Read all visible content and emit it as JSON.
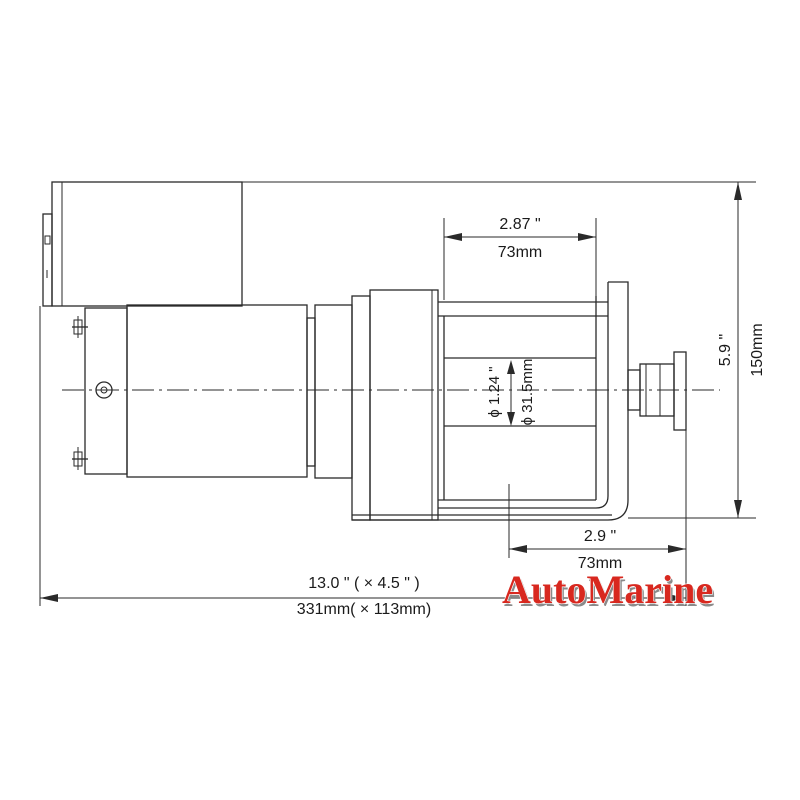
{
  "dimensions": {
    "drum_width_in": "2.87 \"",
    "drum_width_mm": "73mm",
    "drum_dia_in": "ϕ 1.24 \"",
    "drum_dia_mm": "ϕ 31.5mm",
    "frame_width_in": "2.9 \"",
    "frame_width_mm": "73mm",
    "total_length_in": "13.0 \" ( × 4.5 \" )",
    "total_length_mm": "331mm( × 113mm)",
    "height_in": "5.9 \"",
    "height_mm": "150mm"
  },
  "logo": {
    "text": "AutoMarine",
    "color": "#d8281f"
  }
}
